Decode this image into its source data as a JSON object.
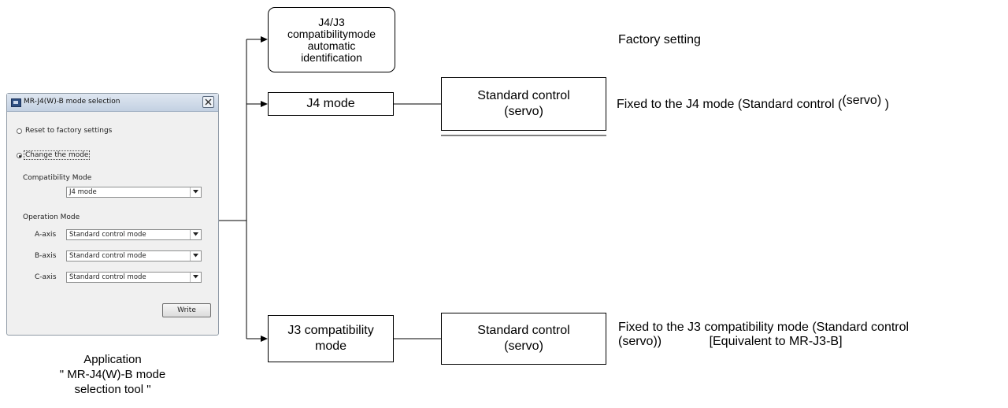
{
  "dialog": {
    "title": "MR-J4(W)-B mode selection",
    "reset_label": "Reset to factory settings",
    "change_label": "Change the mode",
    "compat_heading": "Compatibility Mode",
    "compat_value": "J4 mode",
    "operation_heading": "Operation Mode",
    "axes": [
      {
        "label": "A-axis",
        "value": "Standard control mode"
      },
      {
        "label": "B-axis",
        "value": "Standard control mode"
      },
      {
        "label": "C-axis",
        "value": "Standard control mode"
      }
    ],
    "write_label": "Write",
    "selected_option": "Change the mode"
  },
  "caption": {
    "line1": "Application",
    "line2": "\" MR-J4(W)-B mode",
    "line3": "selection tool \""
  },
  "boxes": {
    "auto": {
      "line1": "J4/J3",
      "line2": "compatibilitymode",
      "line3": "automatic",
      "line4": "identification"
    },
    "j4": "J4 mode",
    "j3": {
      "line1": "J3 compatibility",
      "line2": "mode"
    },
    "std_top": {
      "line1": "Standard control",
      "line2": "(servo)"
    },
    "std_bottom": {
      "line1": "Standard control",
      "line2": "(servo)"
    }
  },
  "notes": {
    "factory": "Factory setting",
    "j4_fixed_main": "Fixed to the J4 mode (Standard control (",
    "j4_fixed_raised": "(servo)",
    "j4_fixed_end": " )",
    "j3_fixed_line1": "Fixed to the J3 compatibility mode (Standard control",
    "j3_fixed_line2a": "(servo))",
    "j3_fixed_line2b": "[Equivalent to MR-J3-B]"
  }
}
